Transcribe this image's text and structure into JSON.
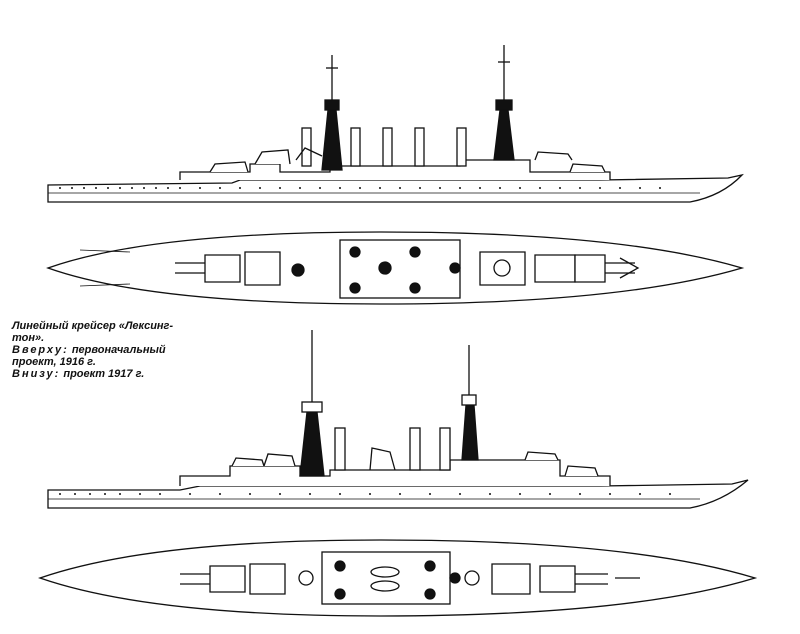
{
  "caption": {
    "title_line1": "Линейный крейсер «Лексинг-",
    "title_line2": "тон».",
    "top_label": "Вверху:",
    "top_text": " первоначальный",
    "top_text2": "проект, 1916 г.",
    "bottom_label": "Внизу:",
    "bottom_text": " проект 1917 г."
  },
  "colors": {
    "ink": "#111111",
    "paper": "#ffffff"
  }
}
